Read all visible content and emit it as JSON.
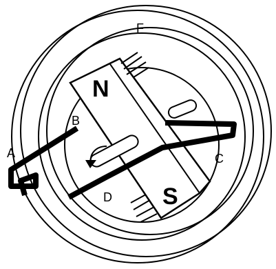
{
  "labels": {
    "a": "A",
    "b": "B",
    "c": "C",
    "d": "D",
    "f": "F",
    "north": "N",
    "south": "S"
  },
  "colors": {
    "ink": "#000000",
    "background": "#ffffff"
  },
  "icons": {
    "rotation_arrow": "curved-arrow-icon",
    "shading": "hatch-marks"
  }
}
